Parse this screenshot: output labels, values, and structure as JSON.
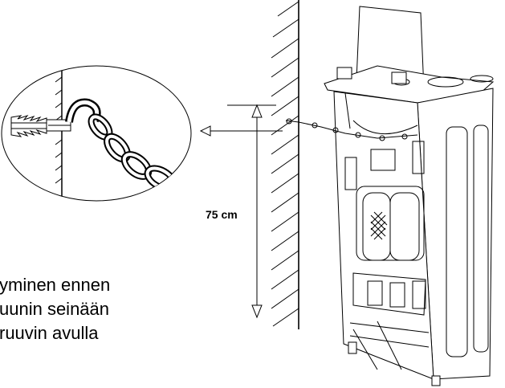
{
  "dimension": {
    "label": "75 cm"
  },
  "caption": {
    "lines": [
      "yminen ennen",
      "uunin seinään",
      "ruuvin avulla"
    ]
  },
  "colors": {
    "ink": "#000000",
    "background": "#ffffff"
  }
}
